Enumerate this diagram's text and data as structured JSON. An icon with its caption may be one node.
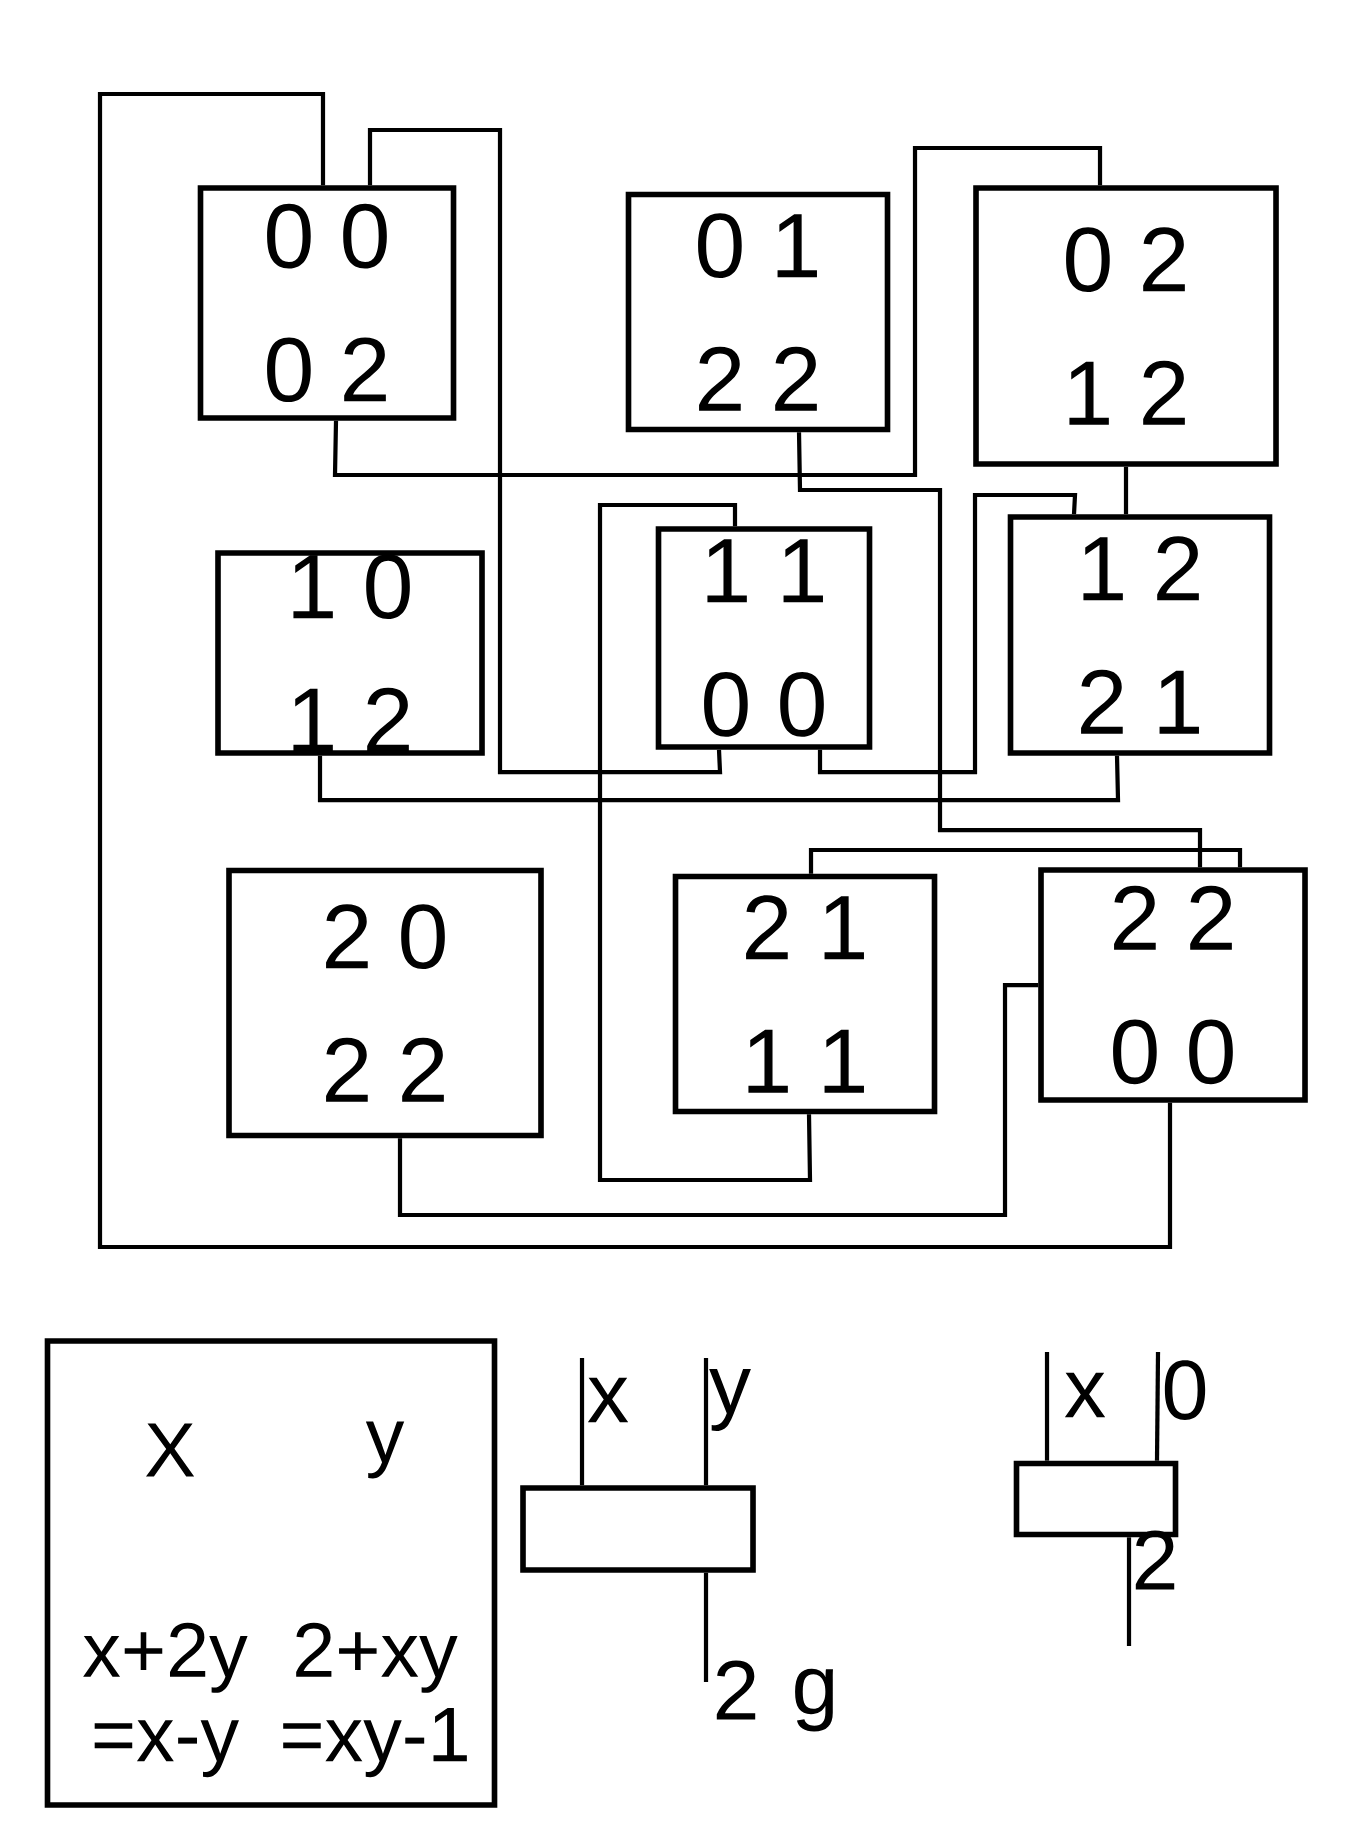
{
  "diagram": {
    "nodes": [
      {
        "text": [
          "0 0",
          "0 2"
        ]
      },
      {
        "text": [
          "0 1",
          "2 2"
        ]
      },
      {
        "text": [
          "0 2",
          "1 2"
        ]
      },
      {
        "text": [
          "1 0",
          "1 2"
        ]
      },
      {
        "text": [
          "1 1",
          "0 0"
        ]
      },
      {
        "text": [
          "1 2",
          "2 1"
        ]
      },
      {
        "text": [
          "2 0",
          "2 2"
        ]
      },
      {
        "text": [
          "2 1",
          "1 1"
        ]
      },
      {
        "text": [
          "2 2",
          "0 0"
        ]
      },
      {
        "text": [
          "X",
          "y",
          "x+2y =x-y",
          "2+xy =xy-1"
        ]
      },
      {
        "text": [],
        "shape": "box"
      },
      {
        "text": [],
        "shape": "box"
      }
    ],
    "edges": [
      {
        "from": 0,
        "to": 8,
        "arrow": "none"
      },
      {
        "from": 0,
        "to": 4,
        "arrow": "none"
      },
      {
        "from": 0,
        "to": 2,
        "arrow": "none"
      },
      {
        "from": 1,
        "to": 8,
        "arrow": "none"
      },
      {
        "from": 2,
        "to": 5,
        "arrow": "none"
      },
      {
        "from": 3,
        "to": 5,
        "arrow": "none"
      },
      {
        "from": 4,
        "to": 5,
        "arrow": "none"
      },
      {
        "from": 4,
        "to": 7,
        "arrow": "none"
      },
      {
        "from": 7,
        "to": 8,
        "arrow": "none"
      },
      {
        "from": 6,
        "to": 8,
        "arrow": "none"
      },
      {
        "from": null,
        "to": 10,
        "arrow": "none",
        "label": "x"
      },
      {
        "from": null,
        "to": 10,
        "arrow": "none",
        "label": "y"
      },
      {
        "from": 10,
        "to": null,
        "arrow": "none",
        "label": "2"
      },
      {
        "from": null,
        "to": 11,
        "arrow": "none",
        "label": "x"
      },
      {
        "from": null,
        "to": 11,
        "arrow": "none",
        "label": "0"
      },
      {
        "from": 11,
        "to": null,
        "arrow": "none",
        "label": "2"
      }
    ],
    "labels": [
      "g"
    ]
  }
}
